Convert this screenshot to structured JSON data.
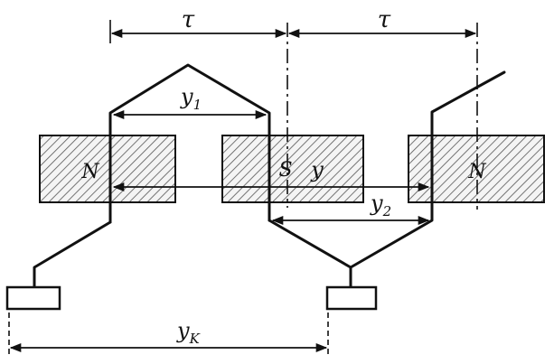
{
  "labels": {
    "tau_left": "τ",
    "tau_right": "τ",
    "y1": "y",
    "y1_sub": "1",
    "y": "y",
    "y2": "y",
    "y2_sub": "2",
    "yk": "y",
    "yk_sub": "K",
    "pole_left": "N",
    "pole_center": "S",
    "pole_right": "N"
  },
  "colors": {
    "line": "#111111",
    "pole_fill": "#f4f4f4",
    "hatch": "#555555"
  }
}
